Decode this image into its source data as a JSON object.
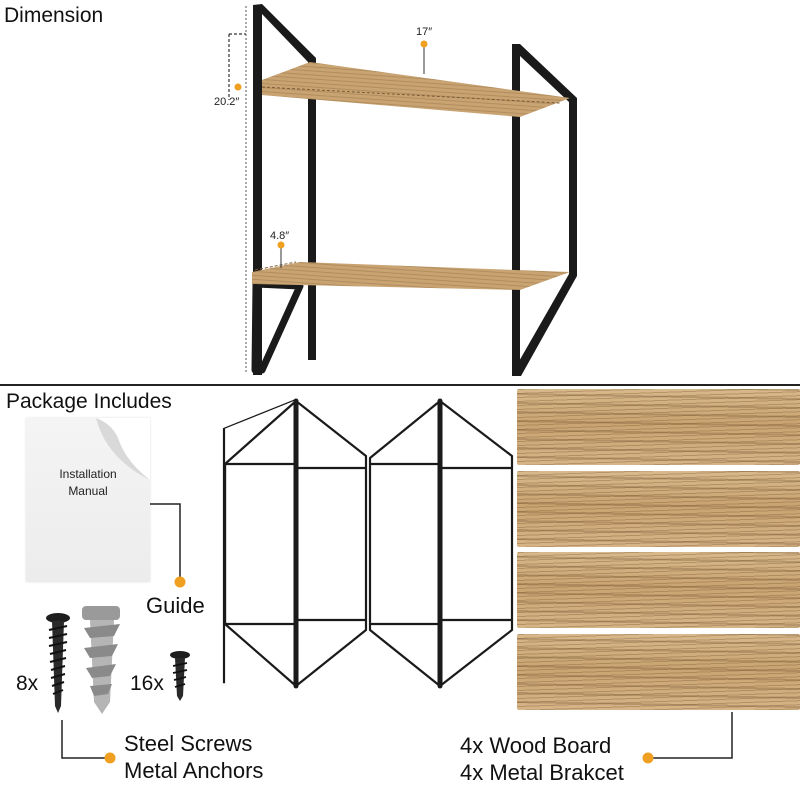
{
  "dimension": {
    "title": "Dimension",
    "width_label": "17″",
    "height_label": "20.2″",
    "depth_label": "4.8″"
  },
  "package": {
    "title": "Package Includes",
    "manual_text_line1": "Installation",
    "manual_text_line2": "Manual",
    "guide_label": "Guide",
    "screws_count": "8x",
    "anchors_count": "16x",
    "hardware_label_line1": "Steel Screws",
    "hardware_label_line2": "Metal Anchors",
    "board_label_line1": "4x Wood Board",
    "board_label_line2": "4x Metal Brakcet"
  },
  "colors": {
    "accent": "#f0a020",
    "metal": "#1a1a1a",
    "wood": "#c9a472"
  },
  "icons": [
    "screw-icon",
    "anchor-icon",
    "callout-dot-icon"
  ]
}
